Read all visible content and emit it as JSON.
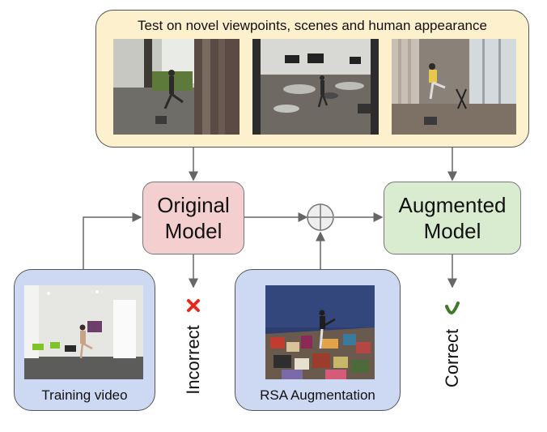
{
  "top_panel": {
    "title": "Test on novel viewpoints, scenes and human appearance"
  },
  "models": {
    "original": {
      "line1": "Original",
      "line2": "Model"
    },
    "augmented": {
      "line1": "Augmented",
      "line2": "Model"
    }
  },
  "inputs": {
    "training": {
      "caption": "Training video"
    },
    "rsa": {
      "caption": "RSA Augmentation"
    }
  },
  "outputs": {
    "incorrect": {
      "label": "Incorrect",
      "icon": "cross-icon",
      "color": "#e8271f"
    },
    "correct": {
      "label": "Correct",
      "icon": "check-icon",
      "color": "#3f7a2a"
    }
  }
}
